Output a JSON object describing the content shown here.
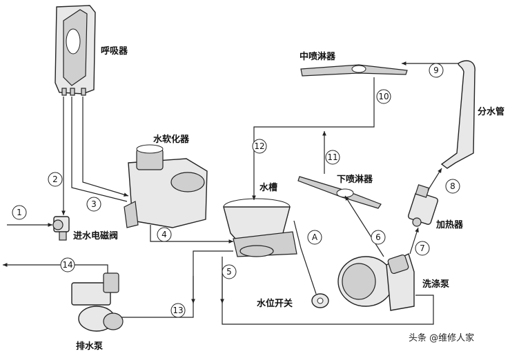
{
  "components": {
    "breather": "呼吸器",
    "softener": "水软化器",
    "inlet_valve": "进水电磁阀",
    "tank": "水槽",
    "mid_sprayer": "中喷淋器",
    "lower_sprayer": "下喷淋器",
    "distributor": "分水管",
    "heater": "加热器",
    "wash_pump": "洗涤泵",
    "level_switch": "水位开关",
    "drain_pump": "排水泵"
  },
  "flow_markers": [
    "1",
    "2",
    "3",
    "4",
    "5",
    "6",
    "7",
    "8",
    "9",
    "10",
    "11",
    "12",
    "13",
    "14",
    "A"
  ],
  "watermark": "头条 @维修人家"
}
